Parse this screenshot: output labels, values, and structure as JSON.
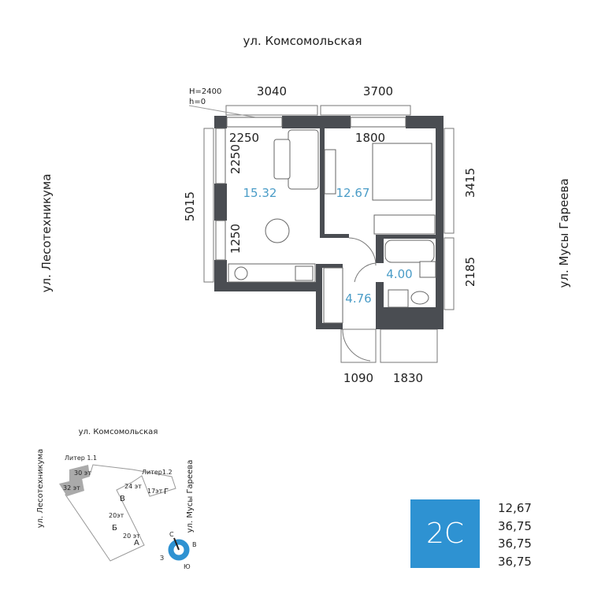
{
  "streets": {
    "top": "ул. Комсомольская",
    "left": "ул. Лесотехникума",
    "right": "ул. Мусы Гареева"
  },
  "plan": {
    "height_note": "H=2400",
    "level_note": "h=0",
    "dimensions": {
      "top_left": "3040",
      "top_right": "3700",
      "left": "5015",
      "right_top": "3415",
      "right_bottom": "2185",
      "bottom_left": "1090",
      "bottom_right": "1830",
      "living_window_width": "2250",
      "living_side_window_1": "2250",
      "living_side_window_2": "1250",
      "bedroom_window_width": "1800"
    },
    "rooms": {
      "living": "15.32",
      "bedroom": "12.67",
      "bathroom": "4.00",
      "hall": "4.76"
    }
  },
  "minimap": {
    "street_top": "ул. Комсомольская",
    "street_left": "ул. Лесотехникума",
    "street_right": "ул. Мусы Гареева",
    "liter_1_1": "Литер 1.1",
    "liter_1_2": "Литер1.2",
    "floors_30": "30 эт",
    "floors_32": "32 эт",
    "floors_24": "24 эт",
    "floors_17": "17эт",
    "floors_20a": "20эт",
    "floors_20b": "20 эт",
    "section_v": "В",
    "section_g": "Г",
    "section_b": "Б",
    "section_a": "А",
    "compass": {
      "n": "С",
      "e": "В",
      "s": "Ю",
      "w": "З"
    }
  },
  "apartment": {
    "type_label": "2С",
    "accent_color": "#2e92d2",
    "areas": [
      "12,67",
      "36,75",
      "36,75",
      "36,75"
    ]
  }
}
